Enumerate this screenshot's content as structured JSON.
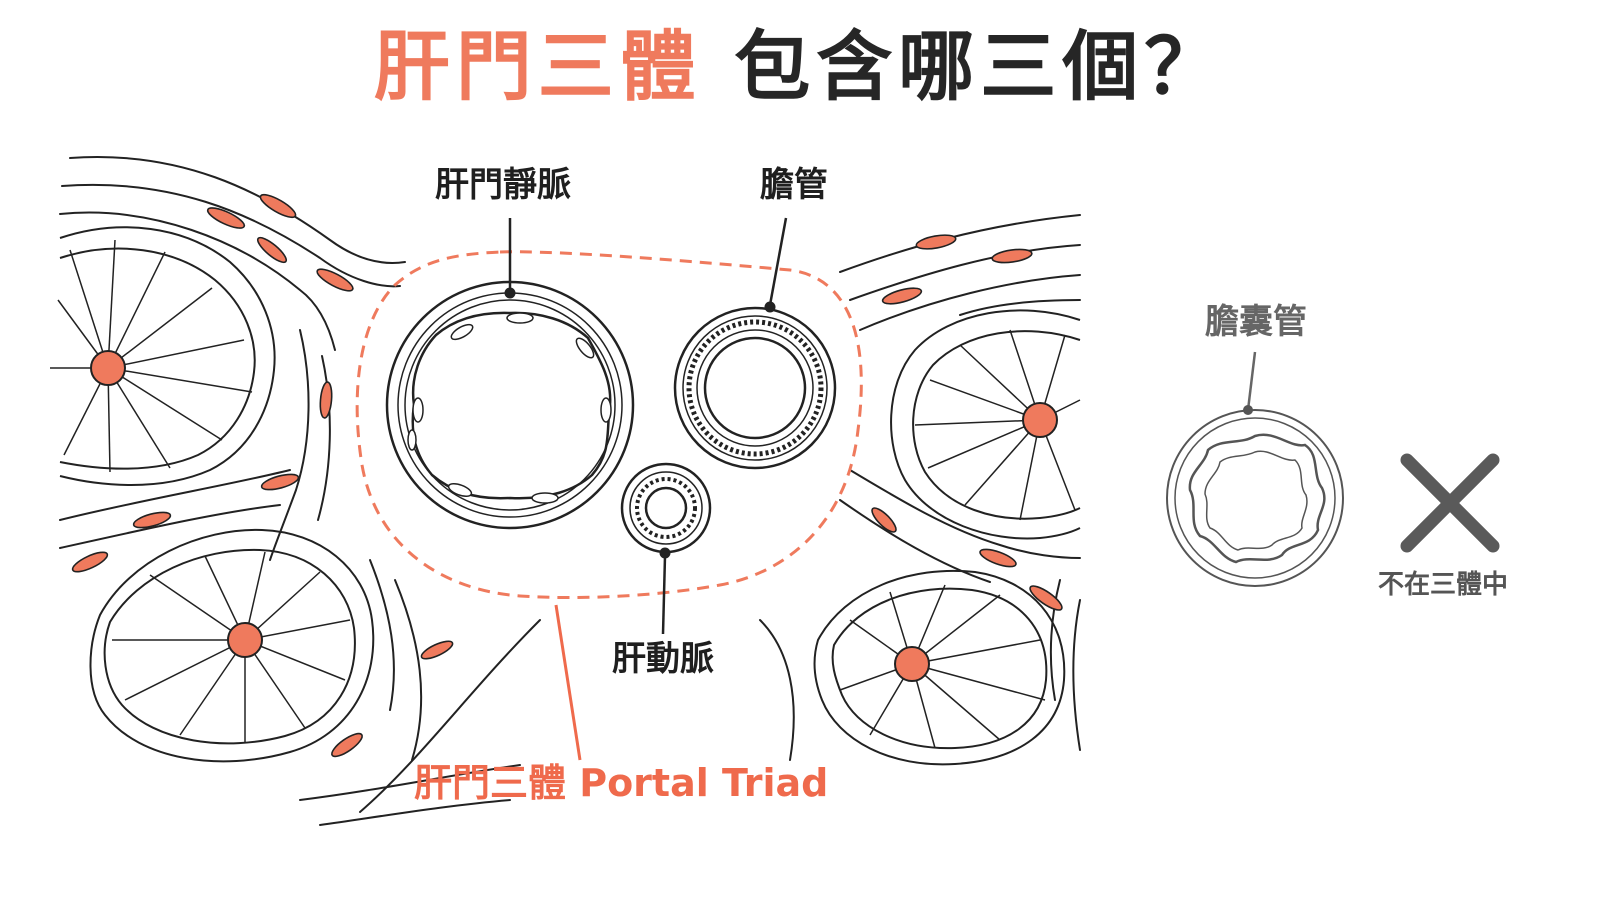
{
  "title": {
    "highlight": "肝門三體",
    "rest": "包含哪三個？"
  },
  "labels": {
    "portal_vein": "肝門靜脈",
    "bile_duct": "膽管",
    "hepatic_artery": "肝動脈",
    "portal_triad": "肝門三體 Portal Triad",
    "cystic_duct": "膽囊管",
    "not_included": "不在三體中"
  },
  "icons": {
    "excluded": "x-mark-icon"
  },
  "colors": {
    "accent": "#ef7a5d",
    "nucleus": "#ef7a5d",
    "line": "#1f1f1f",
    "muted_line": "#666666",
    "cross": "#5a5a5a"
  }
}
